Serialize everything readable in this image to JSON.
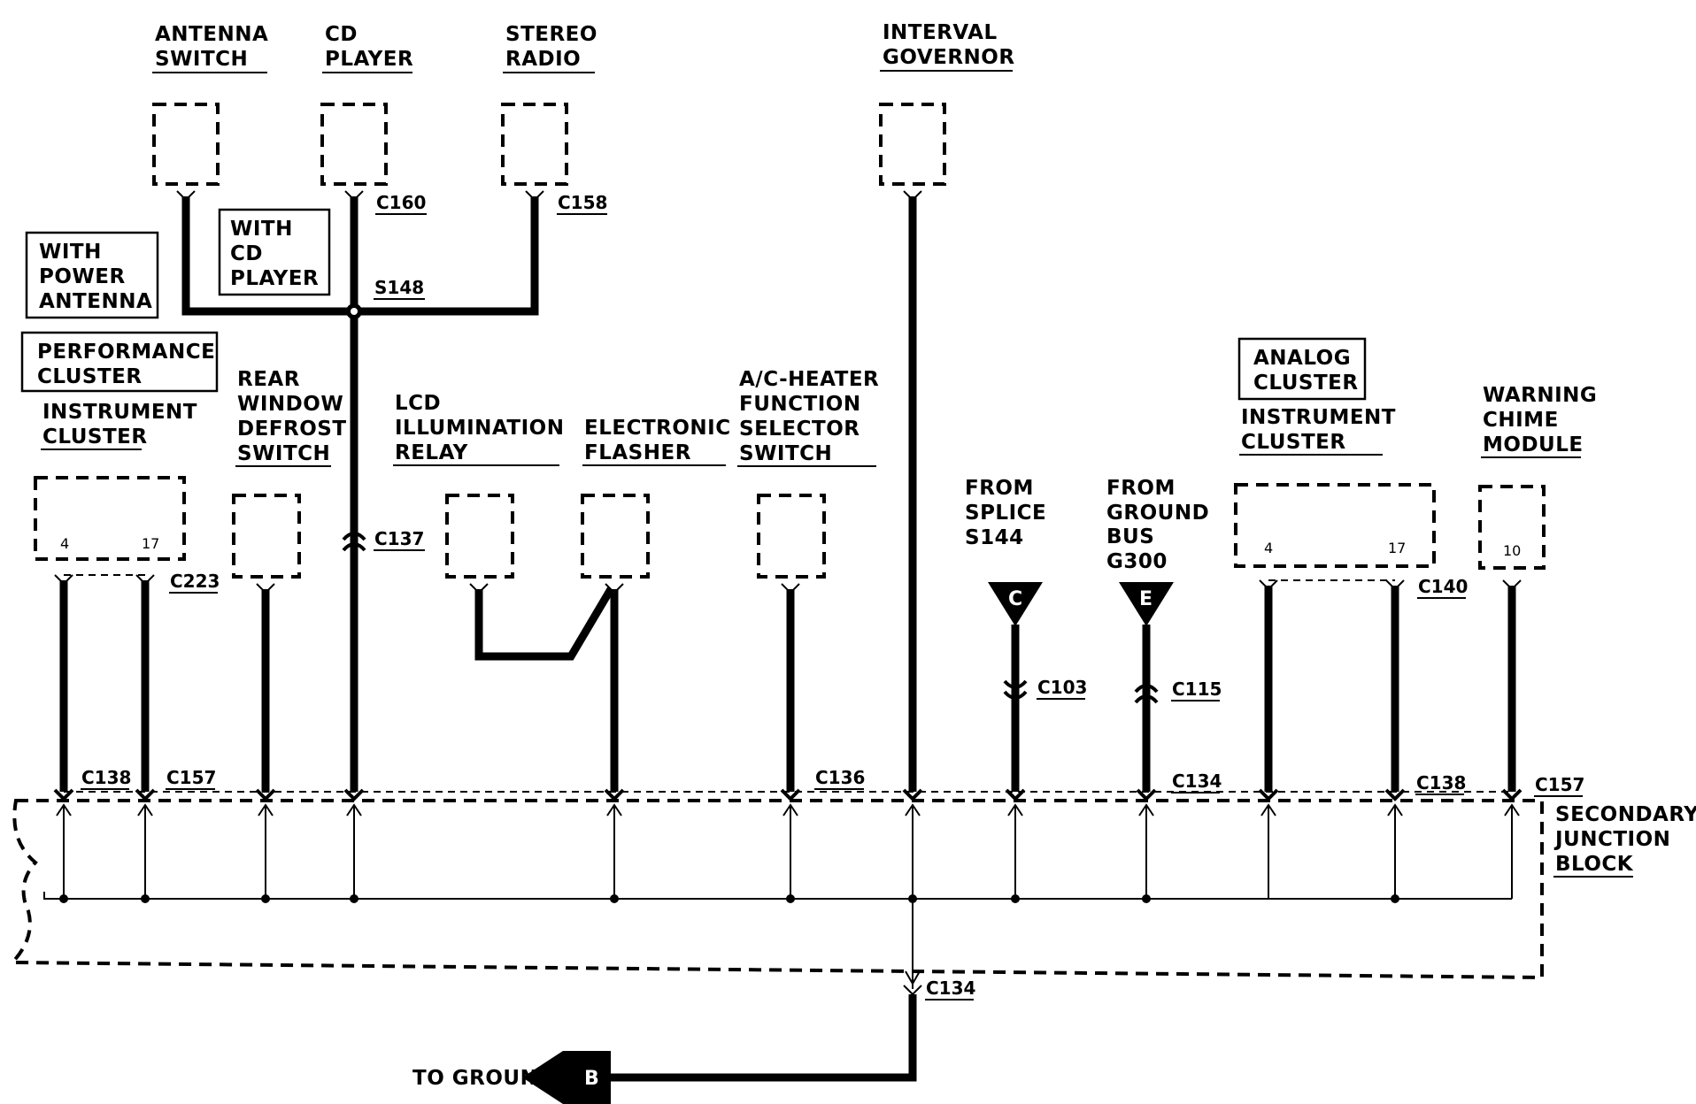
{
  "components": {
    "antenna_switch": [
      "ANTENNA",
      "SWITCH"
    ],
    "cd_player": [
      "CD",
      "PLAYER"
    ],
    "stereo_radio": [
      "STEREO",
      "RADIO"
    ],
    "interval_governor": [
      "INTERVAL",
      "GOVERNOR"
    ],
    "instrument_cluster_left": [
      "INSTRUMENT",
      "CLUSTER"
    ],
    "rear_window_defrost_switch": [
      "REAR",
      "WINDOW",
      "DEFROST",
      "SWITCH"
    ],
    "lcd_illumination_relay": [
      "LCD",
      "ILLUMINATION",
      "RELAY"
    ],
    "electronic_flasher": [
      "ELECTRONIC",
      "FLASHER"
    ],
    "ac_heater_function_selector_switch": [
      "A/C-HEATER",
      "FUNCTION",
      "SELECTOR",
      "SWITCH"
    ],
    "instrument_cluster_right": [
      "INSTRUMENT",
      "CLUSTER"
    ],
    "warning_chime_module": [
      "WARNING",
      "CHIME",
      "MODULE"
    ],
    "secondary_junction_block": [
      "SECONDARY",
      "JUNCTION",
      "BLOCK"
    ]
  },
  "options": {
    "with_power_antenna": [
      "WITH",
      "POWER",
      "ANTENNA"
    ],
    "with_cd_player": [
      "WITH",
      "CD",
      "PLAYER"
    ],
    "performance_cluster": [
      "PERFORMANCE",
      "CLUSTER"
    ],
    "analog_cluster": [
      "ANALOG",
      "CLUSTER"
    ]
  },
  "from_labels": {
    "splice_s144": [
      "FROM",
      "SPLICE",
      "S144"
    ],
    "ground_bus_g300": [
      "FROM",
      "GROUND",
      "BUS",
      "G300"
    ]
  },
  "connectors": {
    "c160": "C160",
    "c158": "C158",
    "s148": "S148",
    "c137": "C137",
    "c223": "C223",
    "c103": "C103",
    "c115": "C115",
    "c140": "C140",
    "c138_left": "C138",
    "c157_left": "C157",
    "c136": "C136",
    "c134_block": "C134",
    "c138_right": "C138",
    "c157_right": "C157",
    "c134_bottom": "C134"
  },
  "pins": {
    "left_cluster_pin_a": "4",
    "left_cluster_pin_b": "17",
    "right_cluster_pin_a": "4",
    "right_cluster_pin_b": "17",
    "chime_pin": "10"
  },
  "ground_refs": {
    "splice": "C",
    "ground_bus": "E",
    "to_ground": "B"
  },
  "to_ground_label": "TO GROUND"
}
